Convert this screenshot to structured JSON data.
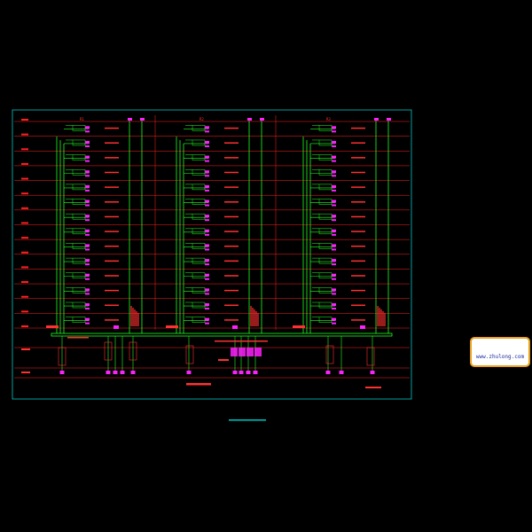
{
  "drawing": {
    "background": "#000000",
    "colors": {
      "frame": "#00c8c8",
      "floor_line": "#ff2020",
      "pipe": "#20ff20",
      "equipment": "#ff20ff",
      "annotation": "#ff3030",
      "stamp_border": "#e8a020",
      "stamp_text": "#1a2aa0"
    },
    "risers": [
      {
        "label": "R1"
      },
      {
        "label": "R2"
      },
      {
        "label": "R3"
      }
    ],
    "floor_count": 14,
    "bottom_caption": "",
    "watermark": {
      "title": "",
      "url": "www.zhulong.com",
      "logo_icon": "zhulong-logo-icon"
    }
  }
}
